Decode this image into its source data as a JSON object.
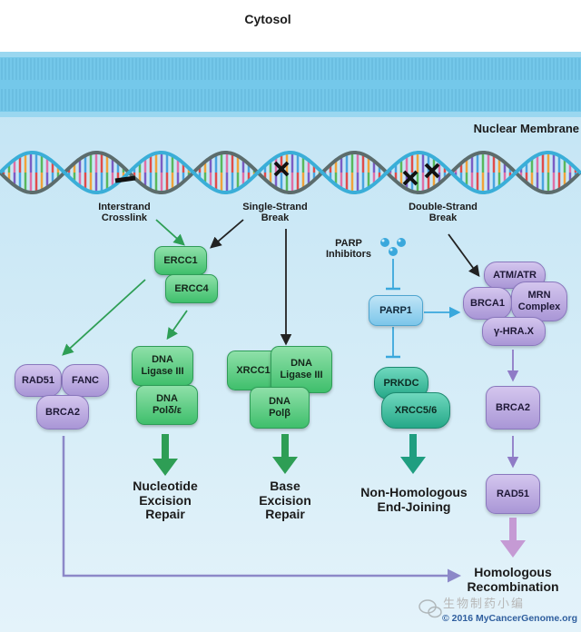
{
  "regions": {
    "cytosol": "Cytosol",
    "nuclear_membrane": "Nuclear Membrane"
  },
  "damage": {
    "interstrand_crosslink": "Interstrand\nCrosslink",
    "single_strand_break": "Single-Strand\nBreak",
    "double_strand_break": "Double-Strand\nBreak",
    "parp_inhibitors": "PARP\nInhibitors"
  },
  "proteins": {
    "ercc1": "ERCC1",
    "ercc4": "ERCC4",
    "rad51_left": "RAD51",
    "fanc": "FANC",
    "brca2_left": "BRCA2",
    "dna_ligase_iii_ner": "DNA\nLigase III",
    "dna_pol_ner": "DNA\nPolδ/ε",
    "xrcc1": "XRCC1",
    "dna_ligase_iii_ber": "DNA\nLigase III",
    "dna_pol_ber": "DNA\nPolβ",
    "parp1": "PARP1",
    "prkdc": "PRKDC",
    "xrcc56": "XRCC5/6",
    "atm_atr": "ATM/ATR",
    "brca1": "BRCA1",
    "mrn_complex": "MRN\nComplex",
    "gamma_hra": "γ-HRA.X",
    "brca2_right": "BRCA2",
    "rad51_right": "RAD51"
  },
  "pathways": {
    "ner": "Nucleotide\nExcision\nRepair",
    "ber": "Base\nExcision\nRepair",
    "nhej": "Non-Homologous\nEnd-Joining",
    "hr": "Homologous\nRecombination"
  },
  "footer": {
    "copyright": "© 2016 MyCancerGenome.org",
    "watermark": "生物制药小编"
  },
  "colors": {
    "cytosol": "#ffffff",
    "nucleus": "#d4edf8",
    "membrane": "#74c8ea",
    "green_arrow": "#2e9e55",
    "teal_arrow": "#1f9e80",
    "purple_arrow": "#8f7bc6",
    "blue_arrow": "#3aa8dc",
    "hr_arrow": "#8c88c8"
  }
}
